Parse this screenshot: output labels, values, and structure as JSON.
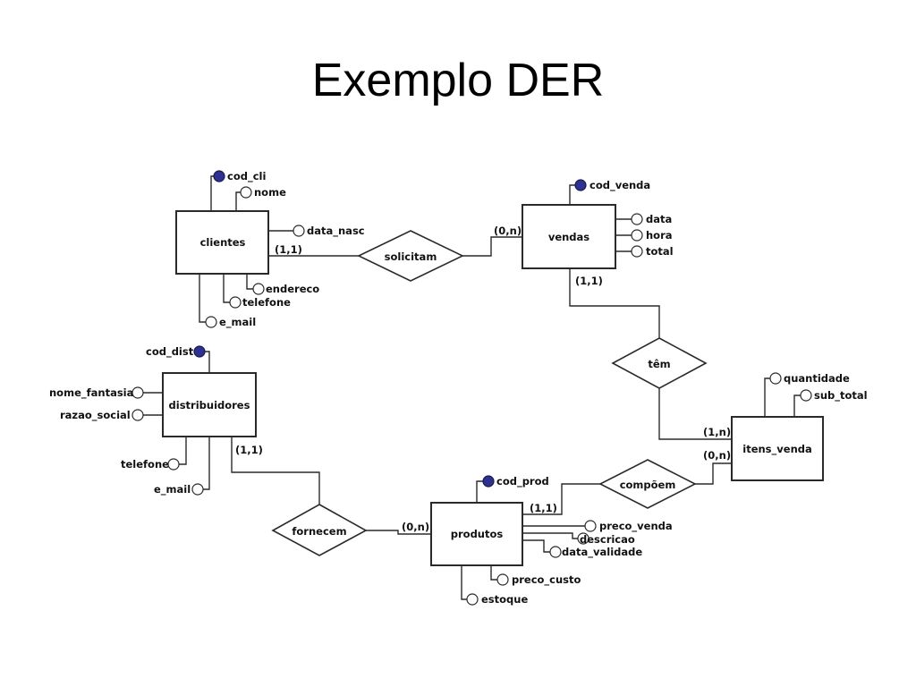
{
  "title": "Exemplo DER",
  "entities": {
    "clientes": "clientes",
    "vendas": "vendas",
    "distribuidores": "distribuidores",
    "produtos": "produtos",
    "itens_venda": "itens_venda"
  },
  "relationships": {
    "solicitam": "solicitam",
    "tem": "têm",
    "fornecem": "fornecem",
    "compoem": "compõem"
  },
  "attributes": {
    "clientes": {
      "cod_cli": "cod_cli",
      "nome": "nome",
      "data_nasc": "data_nasc",
      "endereco": "endereco",
      "telefone": "telefone",
      "e_mail": "e_mail"
    },
    "vendas": {
      "cod_venda": "cod_venda",
      "data": "data",
      "hora": "hora",
      "total": "total"
    },
    "distribuidores": {
      "cod_dist": "cod_dist",
      "nome_fantasia": "nome_fantasia",
      "razao_social": "razao_social",
      "telefone": "telefone",
      "e_mail": "e_mail"
    },
    "produtos": {
      "cod_prod": "cod_prod",
      "preco_venda": "preco_venda",
      "descricao": "descricao",
      "data_validade": "data_validade",
      "preco_custo": "preco_custo",
      "estoque": "estoque"
    },
    "itens_venda": {
      "quantidade": "quantidade",
      "sub_total": "sub_total"
    }
  },
  "cardinalities": {
    "clientes_solicitam": "(1,1)",
    "vendas_solicitam": "(0,n)",
    "vendas_tem": "(1,1)",
    "itens_tem": "(1,n)",
    "itens_compoem": "(0,n)",
    "produtos_compoem": "(1,1)",
    "dist_fornecem": "(1,1)",
    "produtos_fornecem": "(0,n)"
  },
  "colors": {
    "key_attribute": "#2e3192",
    "line": "#2a2a2a"
  }
}
